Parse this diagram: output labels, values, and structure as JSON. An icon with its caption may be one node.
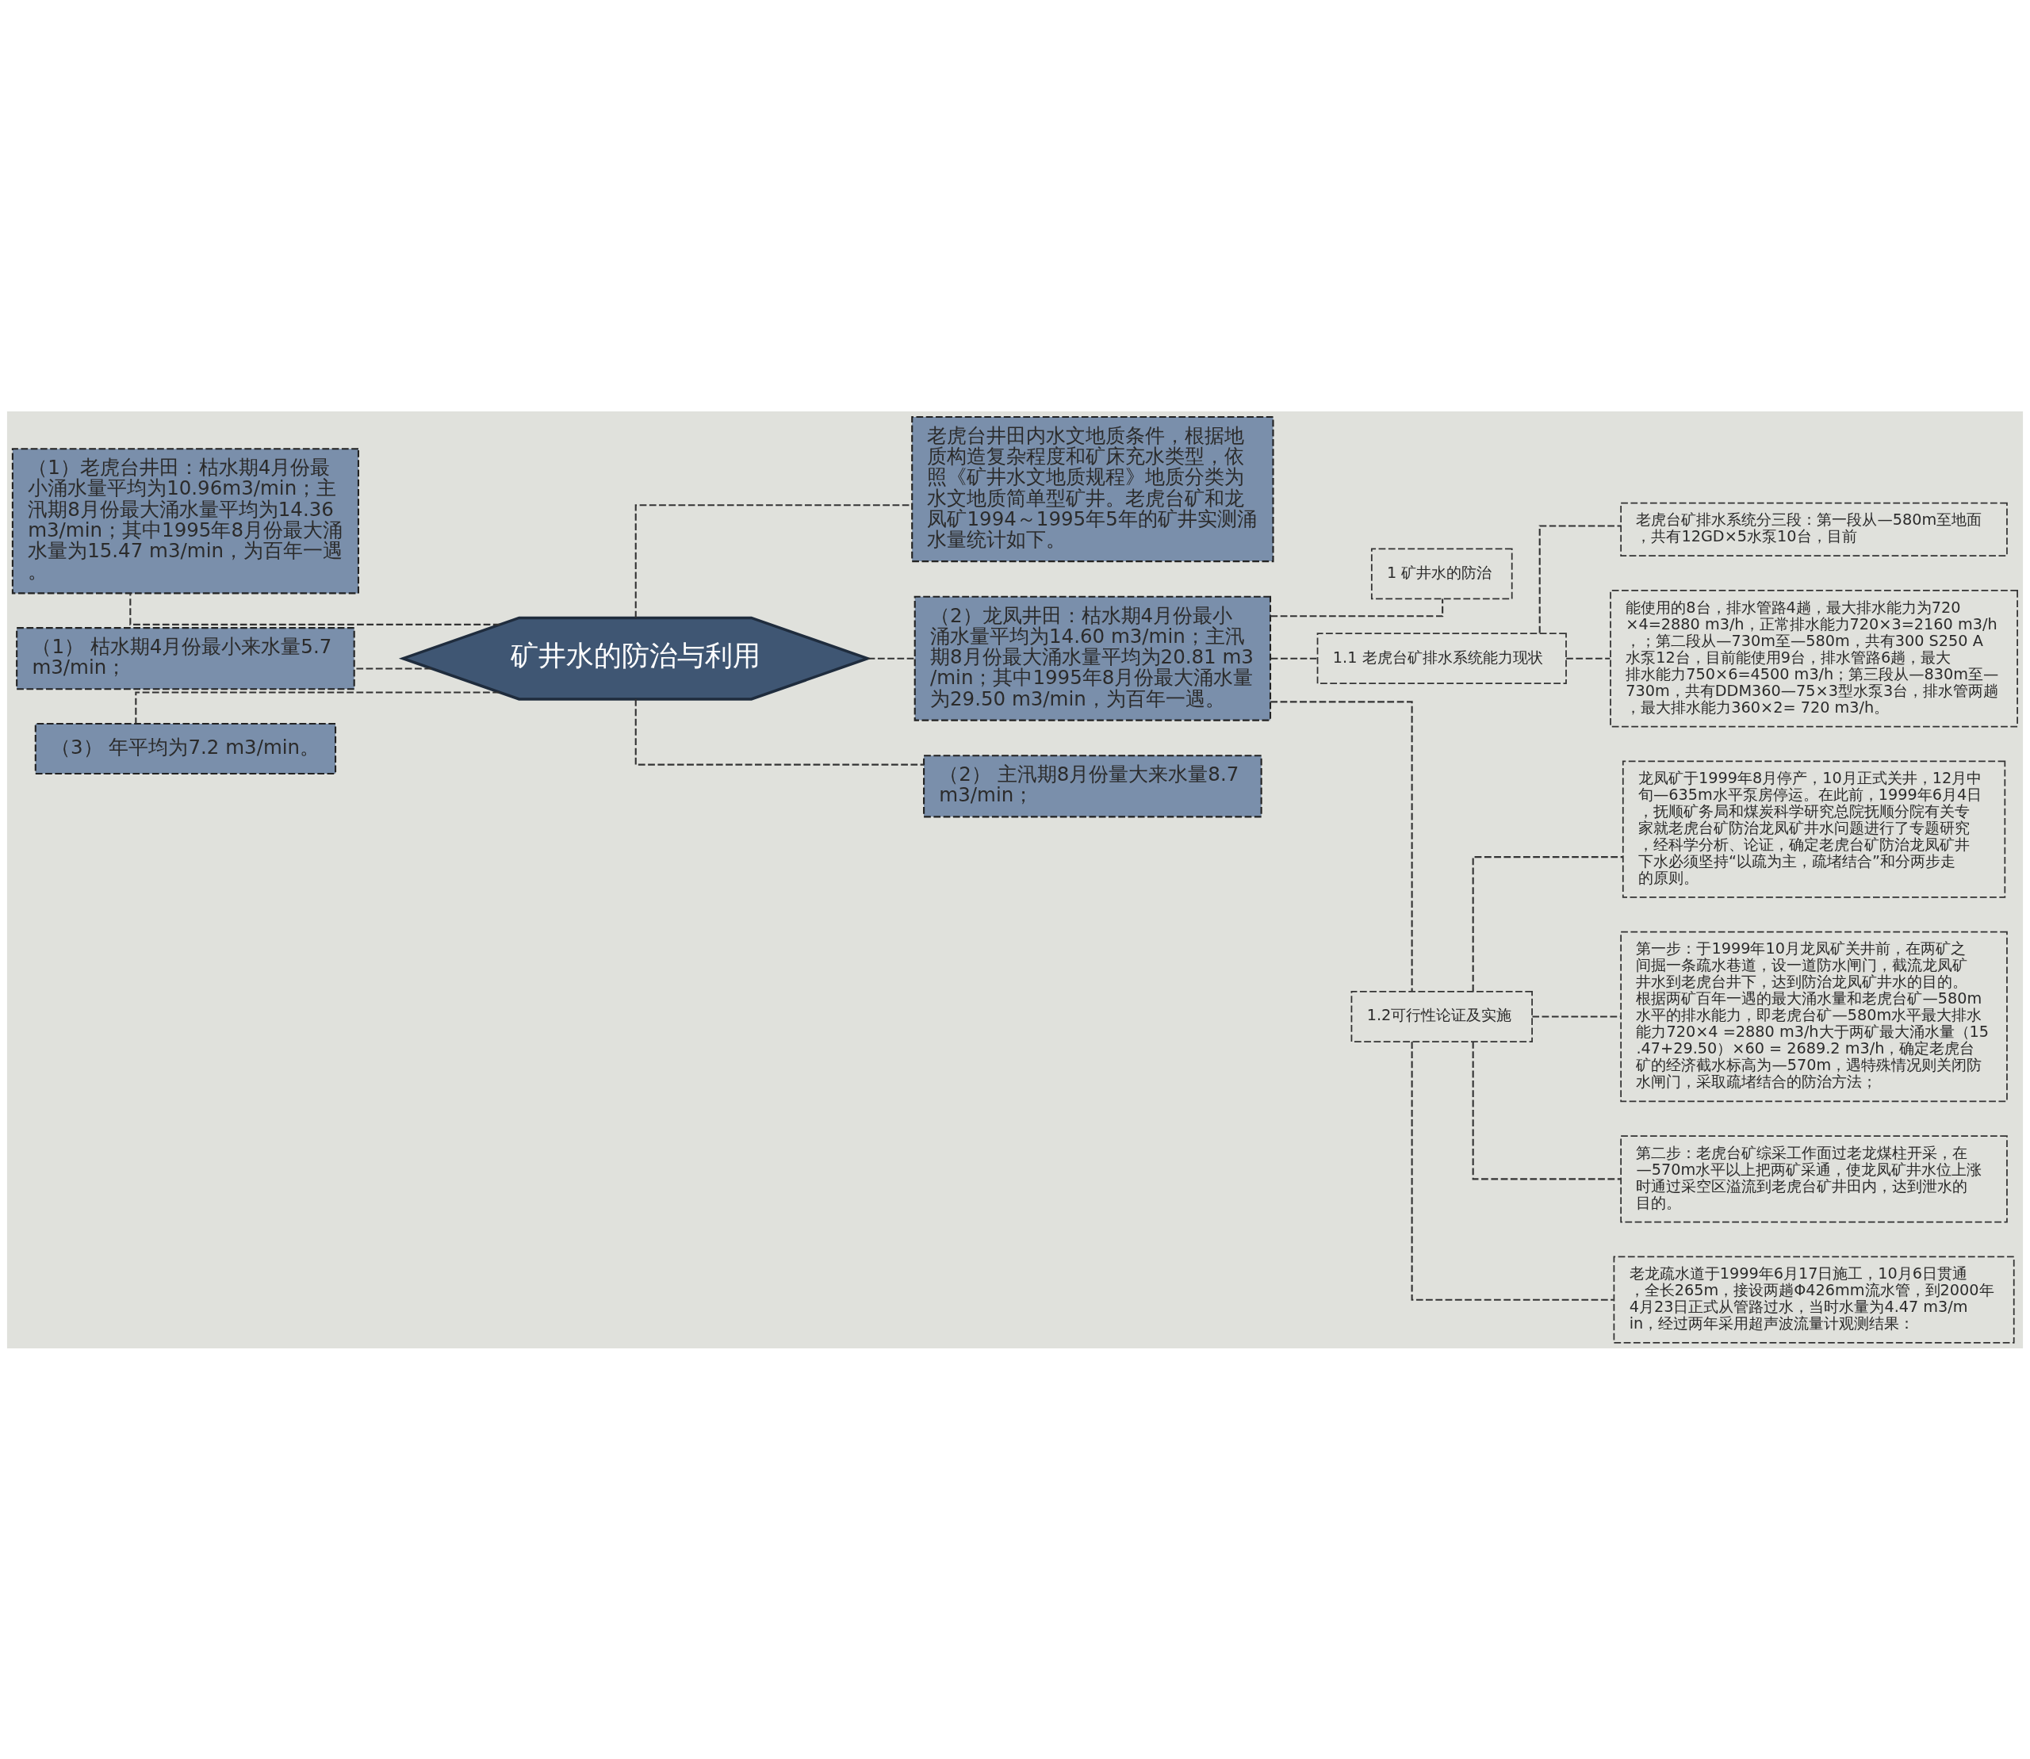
{
  "diagram": {
    "nodes": [
      {
        "text": [
          "矿井水的防治与利用"
        ]
      },
      {
        "text": [
          "（1）老虎台井田：枯水期4月份最小涌水量平均为10.96m3/min；主汛期8月份最大涌水量平均为14.36 m3/min；其中1995年8月份最大涌水量为15.47 m3/min，为百年一遇。"
        ]
      },
      {
        "text": [
          "（1） 枯水期4月份最小来水量5.7 m3/min；"
        ]
      },
      {
        "text": [
          "（3） 年平均为7.2 m3/min。"
        ]
      },
      {
        "text": [
          "老虎台井田内水文地质条件，根据地质构造复杂程度和矿床充水类型，依照《矿井水文地质规程》地质分类为水文地质简单型矿井。老虎台矿和龙凤矿1994～1995年5年的矿井实测涌水量统计如下。"
        ]
      },
      {
        "text": [
          "（2）龙凤井田：枯水期4月份最小涌水量平均为14.60 m3/min；主汛期8月份最大涌水量平均为20.81 m3/min；其中1995年8月份最大涌水量为29.50 m3/min，为百年一遇。"
        ]
      },
      {
        "text": [
          "1 矿井水的防治"
        ]
      },
      {
        "text": [
          "1.1 老虎台矿排水系统能力现状"
        ]
      },
      {
        "text": [
          "老虎台矿排水系统分三段：第一段从—580m至地面，共有12GD×5水泵10台，目前"
        ]
      },
      {
        "text": [
          "能使用的8台，排水管路4趟，最大排水能力为720×4=2880 m3/h，正常排水能力720×3=2160 m3/h，；第二段从—730m至—580m，共有300 S250 A水泵12台，目前能使用9台，排水管路6趟，最大排水能力750×6=4500 m3/h；第三段从—830m至—730m，共有DDM360—75×3型水泵3台，排水管两趟，最大排水能力360×2= 720 m3/h。"
        ]
      },
      {
        "text": [
          "1.2可行性论证及实施"
        ]
      },
      {
        "text": [
          "龙凤矿于1999年8月停产，10月正式关井，12月中旬—635m水平泵房停运。在此前，1999年6月4日，抚顺矿务局和煤炭科学研究总院抚顺分院有关专家就老虎台矿防治龙凤矿井水问题进行了专题研究，经科学分析、论证，确定老虎台矿防治龙凤矿井下水必须坚持“以疏为主，疏堵结合”和分两步走的原则。"
        ]
      },
      {
        "text": [
          "第一步：于1999年10月龙凤矿关井前，在两矿之间掘一条疏水巷道，设一道防水闸门，截流龙凤矿井水到老虎台井下，达到防治龙凤矿井水的目的。根据两矿百年一遇的最大涌水量和老虎台矿—580m水平的排水能力，即老虎台矿—580m水平最大排水能力720×4 =2880 m3/h大于两矿最大涌水量（15.47+29.50）×60 = 2689.2 m3/h，确定老虎台矿的经济截水标高为—570m，遇特殊情况则关闭防水闸门，采取疏堵结合的防治方法；"
        ]
      },
      {
        "text": [
          "第二步：老虎台矿综采工作面过老龙煤柱开采，在—570m水平以上把两矿采通，使龙凤矿井水位上涨时通过采空区溢流到老虎台矿井田内，达到泄水的目的。"
        ]
      },
      {
        "text": [
          "老龙疏水道于1999年6月17日施工，10月6日贯通，全长265m，接设两趟Φ426mm流水管，到2000年4月23日正式从管路过水，当时水量为4.47 m3/min，经过两年采用超声波流量计观测结果："
        ]
      },
      {
        "text": [
          "（2） 主汛期8月份量大来水量8.7 m3/min；"
        ]
      }
    ],
    "edges": [
      {
        "from": 0,
        "to": 1,
        "arrow": "none"
      },
      {
        "from": 0,
        "to": 2,
        "arrow": "none"
      },
      {
        "from": 0,
        "to": 3,
        "arrow": "none"
      },
      {
        "from": 0,
        "to": 4,
        "arrow": "none"
      },
      {
        "from": 0,
        "to": 5,
        "arrow": "none"
      },
      {
        "from": 0,
        "to": 15,
        "arrow": "none"
      },
      {
        "from": 5,
        "to": 6,
        "arrow": "none"
      },
      {
        "from": 5,
        "to": 7,
        "arrow": "none"
      },
      {
        "from": 5,
        "to": 10,
        "arrow": "none"
      },
      {
        "from": 7,
        "to": 8,
        "arrow": "none"
      },
      {
        "from": 7,
        "to": 9,
        "arrow": "none"
      },
      {
        "from": 10,
        "to": 11,
        "arrow": "none"
      },
      {
        "from": 10,
        "to": 12,
        "arrow": "none"
      },
      {
        "from": 10,
        "to": 13,
        "arrow": "none"
      },
      {
        "from": 10,
        "to": 14,
        "arrow": "none"
      }
    ]
  }
}
